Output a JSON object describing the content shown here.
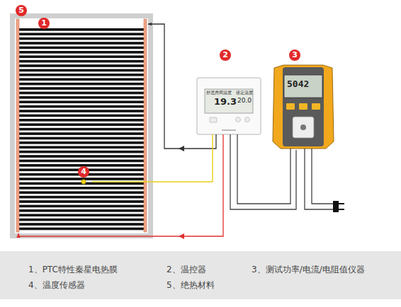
{
  "diagram": {
    "nodes": [
      {
        "text": [
          "5"
        ]
      },
      {
        "text": [
          "1"
        ],
        "in": 0
      },
      {
        "text": [
          "4"
        ],
        "in": 1
      },
      {
        "text": [
          "2",
          "舒适",
          "房间温度",
          "设定温度",
          "19.3",
          "20.0"
        ]
      },
      {
        "text": [
          "3",
          "5042"
        ]
      }
    ],
    "edges": [
      {
        "from": 3,
        "to": 1,
        "arrow": "to"
      },
      {
        "from": 3,
        "to": 1,
        "arrow": "to"
      },
      {
        "from": 2,
        "to": 3,
        "arrow": "none"
      },
      {
        "from": 3,
        "to": 4,
        "arrow": "none"
      }
    ],
    "labels": [
      "1、PTC特性秦星电热膜",
      "2、温控器",
      "3、测试功率/电流/电阻值仪器",
      "4、温度传感器",
      "5、绝热材料"
    ]
  }
}
